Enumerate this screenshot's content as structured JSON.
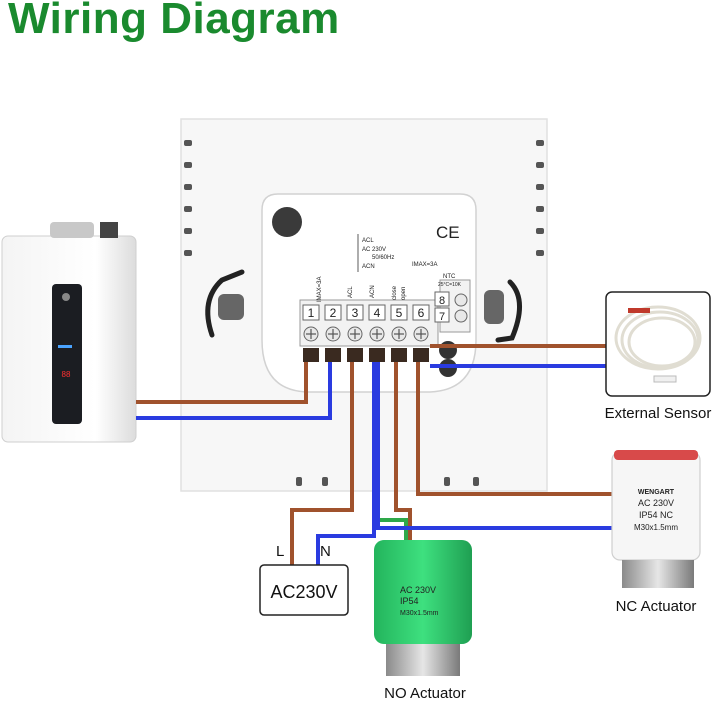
{
  "title": "Wiring Diagram",
  "colors": {
    "title": "#1a8a2e",
    "live_wire": "#a0522d",
    "neutral_wire": "#2a3be0",
    "ground_wire": "#2ea84a",
    "no_actuator": "#2ecc71"
  },
  "terminals": {
    "numbers": [
      "1",
      "2",
      "3",
      "4",
      "5",
      "6",
      "7",
      "8"
    ],
    "ratings": {
      "imax_left": "IMAX=3A",
      "acl": "ACL",
      "acn": "ACN",
      "close": "close",
      "open": "open",
      "imax_right": "IMAX=3A",
      "ac_power_l": "ACL",
      "ac_power_v": "AC 230V",
      "ac_power_hz": "50/60Hz",
      "ac_power_n": "ACN",
      "ntc": "NTC",
      "ntc_spec": "25°C=10K"
    },
    "ce": "CE"
  },
  "power": {
    "l": "L",
    "n": "N",
    "label": "AC230V"
  },
  "sensor": {
    "label": "External Sensor"
  },
  "nc_actuator": {
    "brand": "WENGART",
    "voltage": "AC 230V",
    "rating": "IP54 NC",
    "thread": "M30x1.5mm",
    "label": "NC Actuator"
  },
  "no_actuator": {
    "voltage": "AC 230V",
    "rating": "IP54",
    "thread": "M30x1.5mm",
    "label": "NO Actuator"
  },
  "boiler": {
    "display": "88"
  }
}
